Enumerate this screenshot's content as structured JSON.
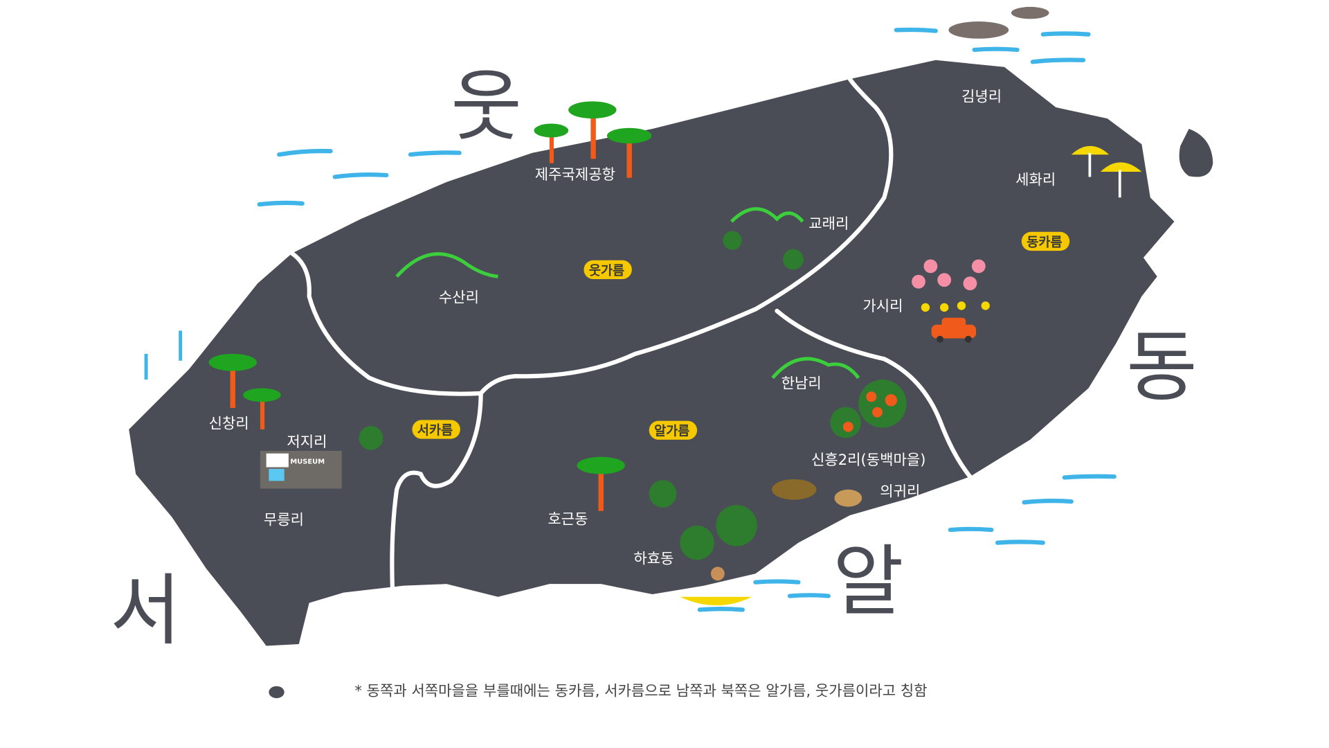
{
  "directions": {
    "north": "웃",
    "east": "동",
    "south": "알",
    "west": "서"
  },
  "regions": {
    "north": "웃가름",
    "east": "동카름",
    "south": "알가름",
    "west": "서카름"
  },
  "places": [
    "제주국제공항",
    "김녕리",
    "세화리",
    "교래리",
    "수산리",
    "가시리",
    "동카름",
    "한남리",
    "신흥2리(동백마을)",
    "의귀리",
    "신창리",
    "저지리",
    "무릉리",
    "호근동",
    "하효동"
  ],
  "museum_sign": "MUSEUM",
  "footnote": "* 동쪽과 서쪽마을을 부를때에는 동카름, 서카름으로 남쪽과 북쪽은 알가름, 웃가름이라고 칭함",
  "colors": {
    "island": "#4a4d55",
    "sea": "#3fb4e8",
    "badge": "#f5c800",
    "tree": "#2e7d2e",
    "palm": "#1fa51f",
    "trunk": "#f05a1a"
  }
}
